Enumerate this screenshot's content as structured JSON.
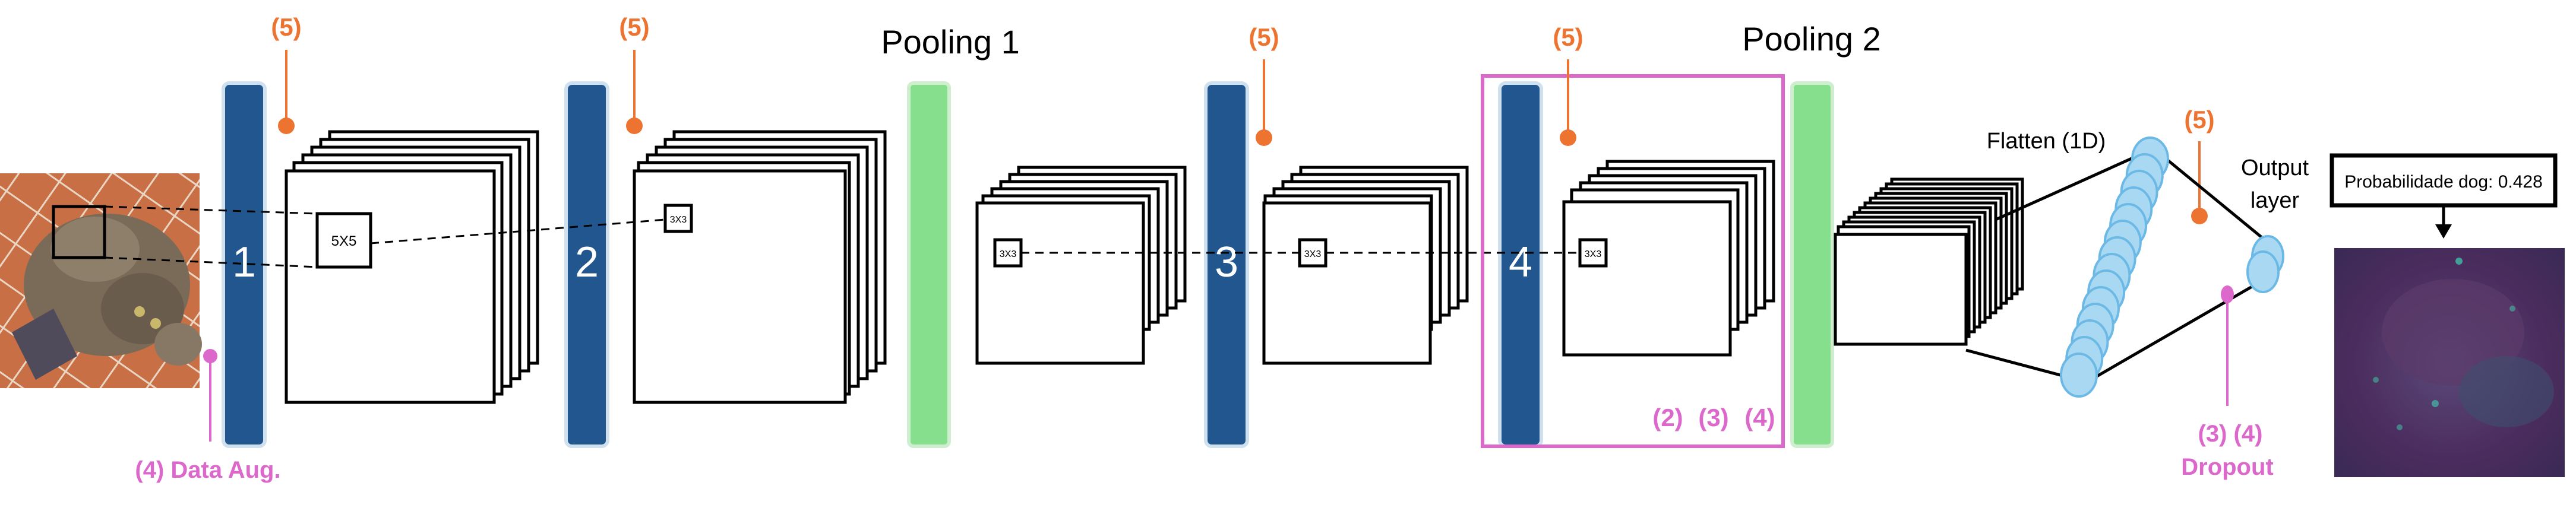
{
  "colors": {
    "conv_bar": "#21578e",
    "pool_bar": "#86df8c",
    "orange": "#ed7330",
    "pink": "#dc68cc",
    "neuron": "#a9d9f2",
    "neuron_stroke": "#6db9e6",
    "box_stroke": "#000000"
  },
  "conv_layers": [
    "1",
    "2",
    "3",
    "4"
  ],
  "pooling": [
    "Pooling 1",
    "Pooling 2"
  ],
  "kernels": [
    "5X5",
    "3X3",
    "3X3",
    "3X3",
    "3X3"
  ],
  "annotation_5": "(5)",
  "data_aug": "(4) Data Aug.",
  "block_labels": [
    "(2)",
    "(3)",
    "(4)"
  ],
  "flatten": "Flatten (1D)",
  "output": [
    "Output",
    "layer"
  ],
  "dropout_num": "(3) (4)",
  "dropout": "Dropout",
  "prob": "Probabilidade dog: 0.428",
  "icons": [
    "cat-photo",
    "heatmap-image",
    "down-arrow-icon"
  ]
}
